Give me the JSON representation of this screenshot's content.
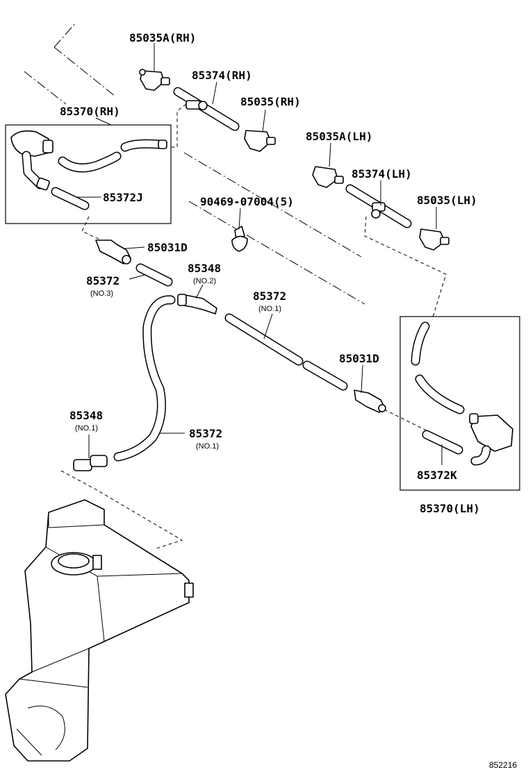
{
  "diagram": {
    "reference_number": "852216",
    "labels": {
      "p85035A_rh": "85035A(RH)",
      "p85374_rh": "85374(RH)",
      "p85035_rh": "85035(RH)",
      "p85370_rh": "85370(RH)",
      "p85372J": "85372J",
      "p85035A_lh": "85035A(LH)",
      "p85374_lh": "85374(LH)",
      "p85035_lh": "85035(LH)",
      "p90469": "90469-07004(5)",
      "p85031D_a": "85031D",
      "p85372_no3": "85372",
      "p85372_no3_sub": "(NO.3)",
      "p85348_no2": "85348",
      "p85348_no2_sub": "(NO.2)",
      "p85372_no1a": "85372",
      "p85372_no1a_sub": "(NO.1)",
      "p85031D_b": "85031D",
      "p85348_no1": "85348",
      "p85348_no1_sub": "(NO.1)",
      "p85372_no1b": "85372",
      "p85372_no1b_sub": "(NO.1)",
      "p85372K": "85372K",
      "p85370_lh": "85370(LH)"
    }
  }
}
